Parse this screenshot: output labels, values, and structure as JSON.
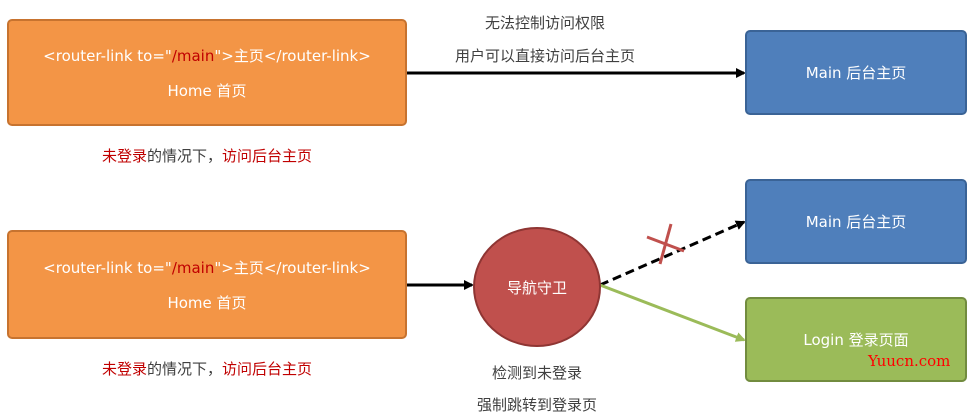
{
  "top_flow": {
    "home_box": {
      "code_prefix": "<router-link to=\"",
      "code_path": "/main",
      "code_suffix": "\">主页</router-link>",
      "label": "Home 首页"
    },
    "caption": {
      "part1": "未登录",
      "part2": "的情况下，",
      "part3": "访问后台主页"
    },
    "arrow_note_line1": "无法控制访问权限",
    "arrow_note_line2": "用户可以直接访问后台主页",
    "main_box": {
      "label": "Main 后台主页"
    }
  },
  "bottom_flow": {
    "home_box": {
      "code_prefix": "<router-link to=\"",
      "code_path": "/main",
      "code_suffix": "\">主页</router-link>",
      "label": "Home 首页"
    },
    "caption": {
      "part1": "未登录",
      "part2": "的情况下，",
      "part3": "访问后台主页"
    },
    "guard": {
      "label": "导航守卫",
      "note1": "检测到未登录",
      "note2": "强制跳转到登录页"
    },
    "main_box": {
      "label": "Main 后台主页"
    },
    "login_box": {
      "label": "Login 登录页面"
    }
  },
  "watermark": "Yuucn.com",
  "colors": {
    "orange": "#f39546",
    "blue": "#4f7fbb",
    "green": "#9bbb59",
    "guard": "#c0504d",
    "accent_red": "#c00000"
  }
}
